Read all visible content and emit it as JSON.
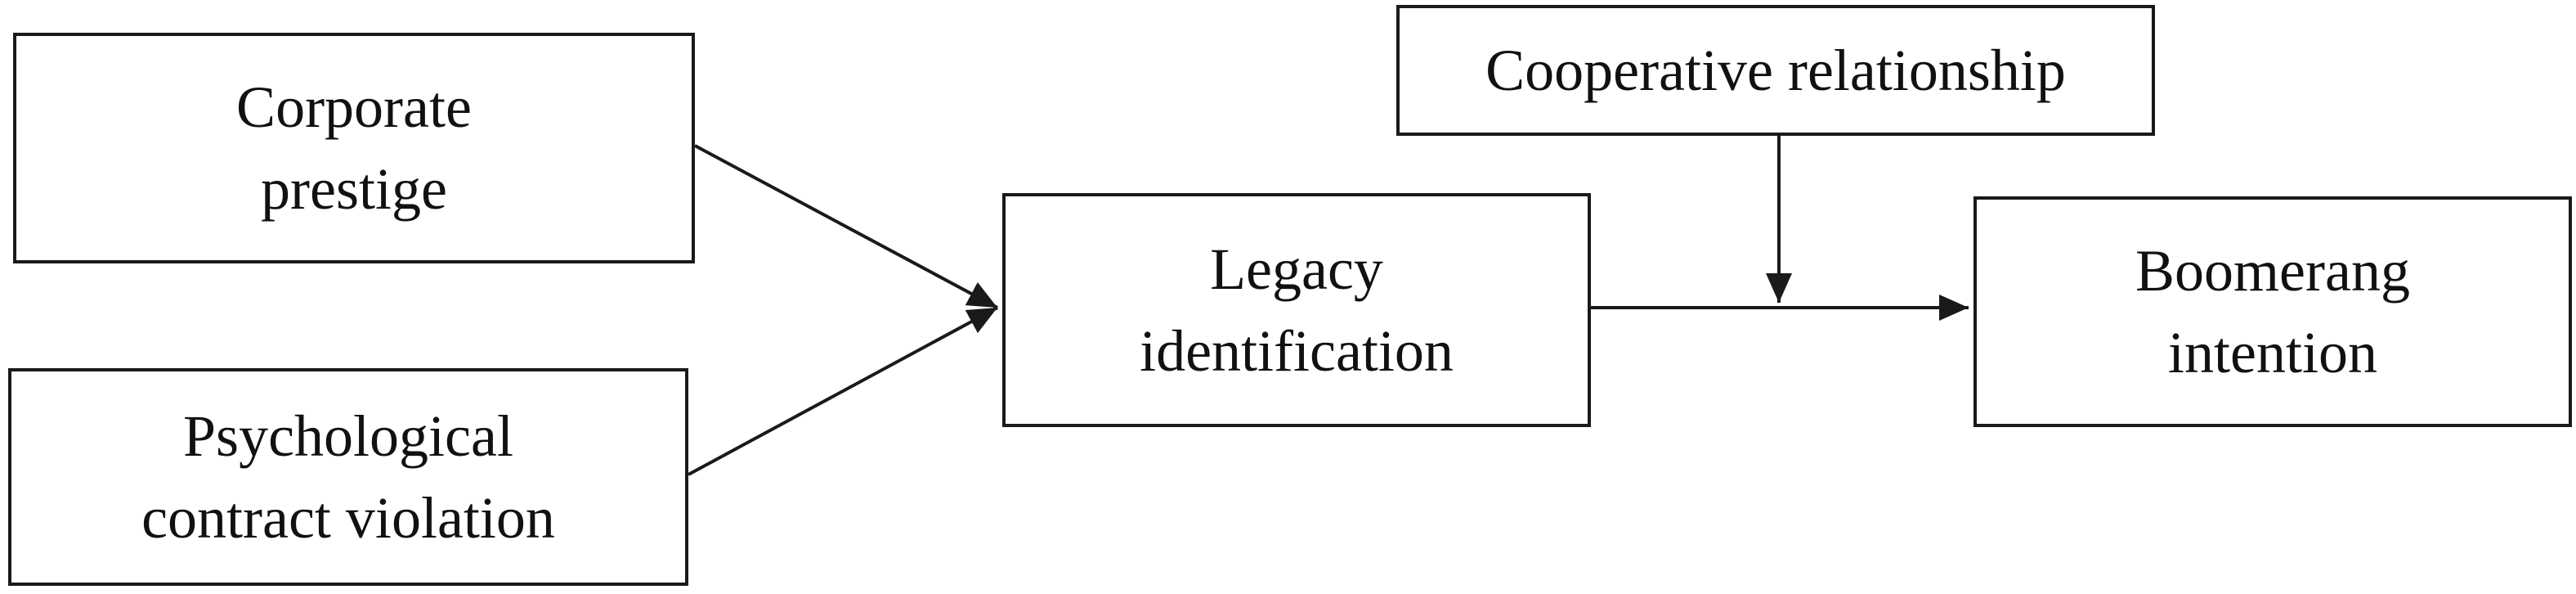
{
  "nodes": {
    "corporate_prestige": {
      "line1": "Corporate",
      "line2": "prestige"
    },
    "psychological_contract_violation": {
      "line1": "Psychological",
      "line2": "contract violation"
    },
    "legacy_identification": {
      "line1": "Legacy",
      "line2": "identification"
    },
    "cooperative_relationship": {
      "label": "Cooperative relationship"
    },
    "boomerang_intention": {
      "line1": "Boomerang",
      "line2": "intention"
    }
  },
  "colors": {
    "stroke": "#1a1a1a",
    "text": "#111111",
    "background": "#ffffff"
  }
}
